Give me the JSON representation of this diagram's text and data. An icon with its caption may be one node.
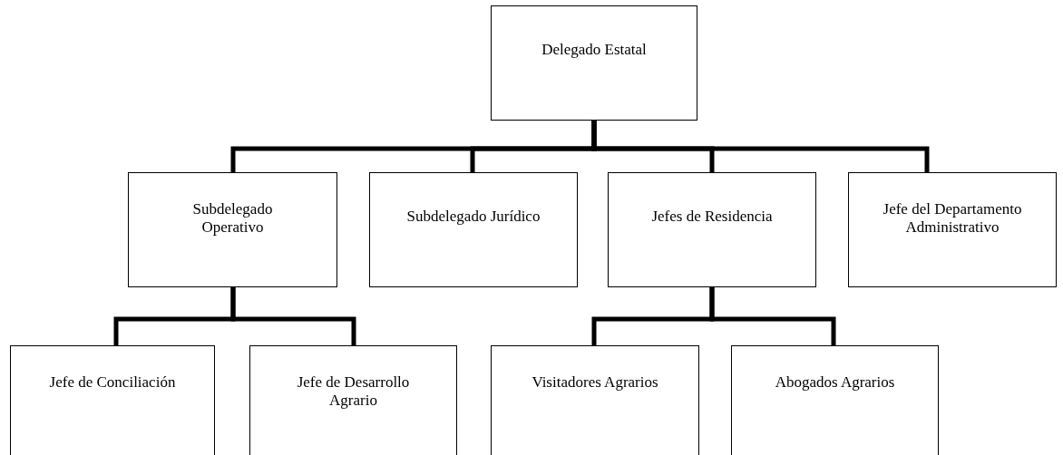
{
  "diagram": {
    "nodes": [
      {
        "text": [
          "Delegado Estatal"
        ]
      },
      {
        "text": [
          "Subdelegado Operativo"
        ]
      },
      {
        "text": [
          "Subdelegado Jurídico"
        ]
      },
      {
        "text": [
          "Jefes de Residencia"
        ]
      },
      {
        "text": [
          "Jefe del Departamento Administrativo"
        ]
      },
      {
        "text": [
          "Jefe de Conciliación"
        ]
      },
      {
        "text": [
          "Jefe de Desarrollo Agrario"
        ]
      },
      {
        "text": [
          "Visitadores Agrarios"
        ]
      },
      {
        "text": [
          "Abogados Agrarios"
        ]
      }
    ],
    "edges": [
      {
        "from": 0,
        "to": 1,
        "arrow": "none"
      },
      {
        "from": 0,
        "to": 2,
        "arrow": "none"
      },
      {
        "from": 0,
        "to": 3,
        "arrow": "none"
      },
      {
        "from": 0,
        "to": 4,
        "arrow": "none"
      },
      {
        "from": 1,
        "to": 5,
        "arrow": "none"
      },
      {
        "from": 1,
        "to": 6,
        "arrow": "none"
      },
      {
        "from": 3,
        "to": 7,
        "arrow": "none"
      },
      {
        "from": 3,
        "to": 8,
        "arrow": "none"
      }
    ]
  }
}
